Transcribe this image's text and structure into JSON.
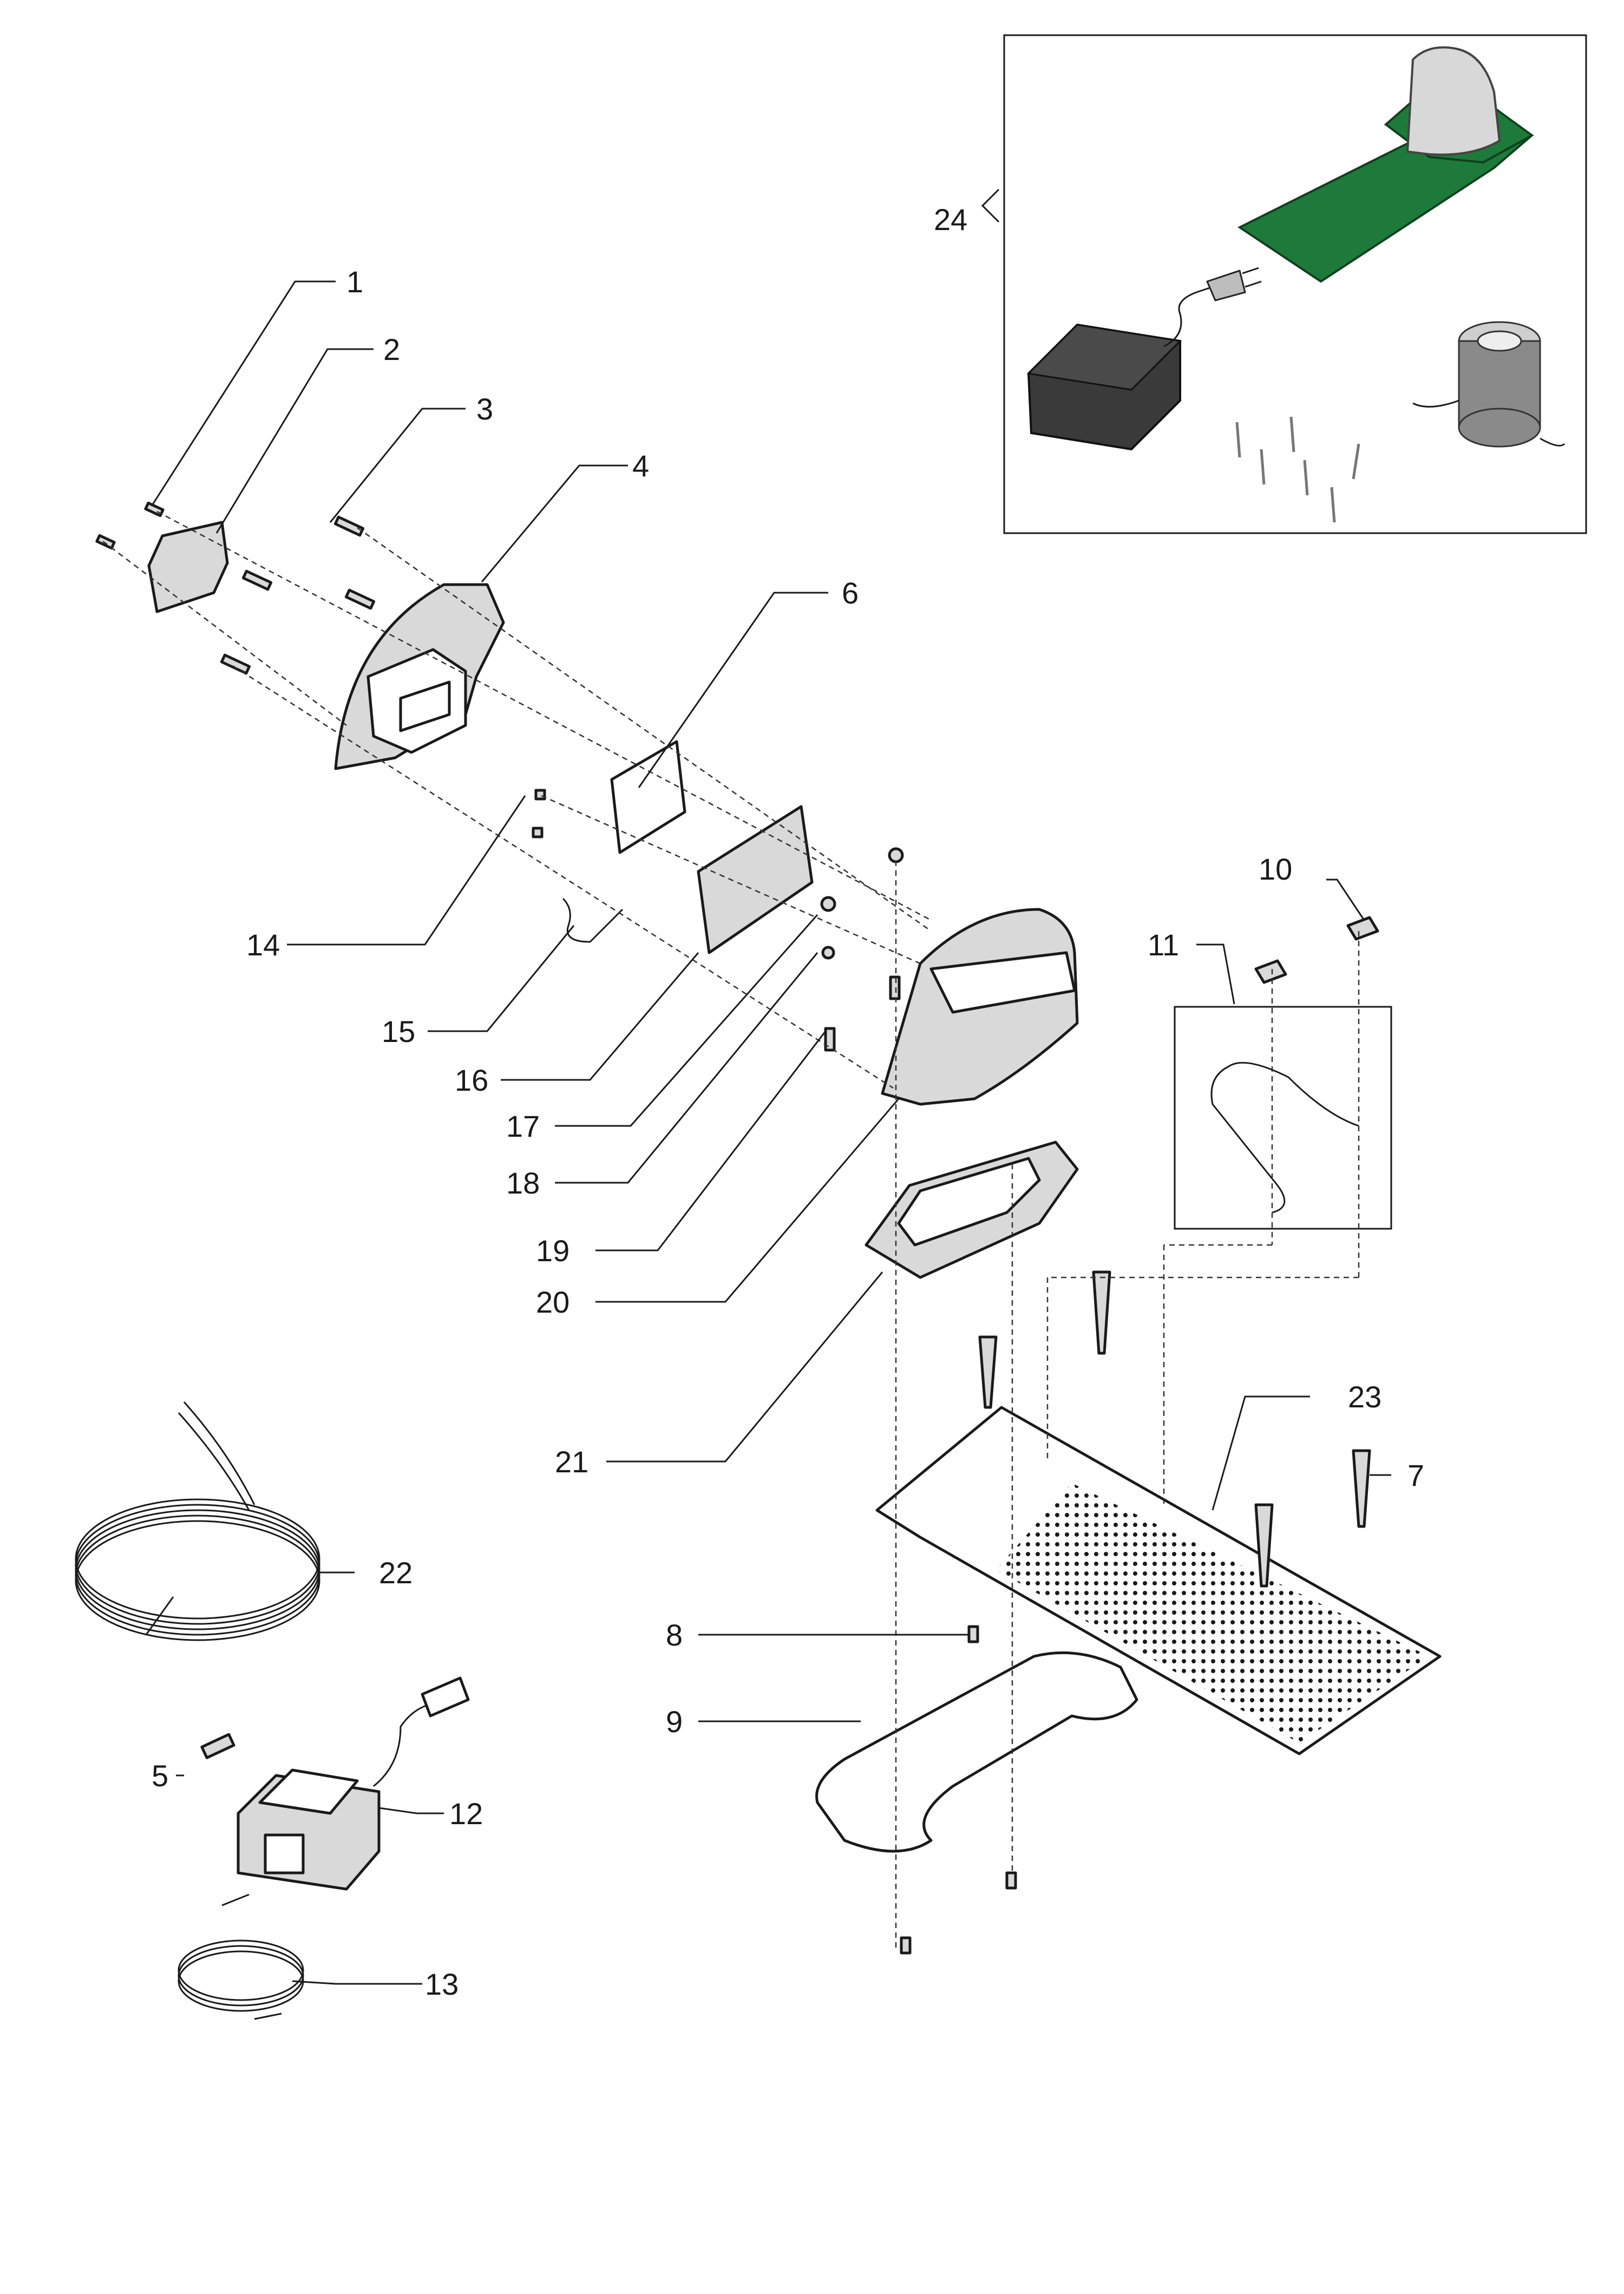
{
  "labels": {
    "l1": "1",
    "l2": "2",
    "l3": "3",
    "l4": "4",
    "l5": "5",
    "l6": "6",
    "l7": "7",
    "l8": "8",
    "l9": "9",
    "l10": "10",
    "l11": "11",
    "l12": "12",
    "l13": "13",
    "l14": "14",
    "l15": "15",
    "l16": "16",
    "l17": "17",
    "l18": "18",
    "l19": "19",
    "l20": "20",
    "l21": "21",
    "l22": "22",
    "l23": "23",
    "l24": "24"
  },
  "colors": {
    "line": "#1a1a1a",
    "pcb_green": "#1e7a3a",
    "housing_grey": "#d9d9d9",
    "transformer_dark": "#3a3a3a"
  }
}
